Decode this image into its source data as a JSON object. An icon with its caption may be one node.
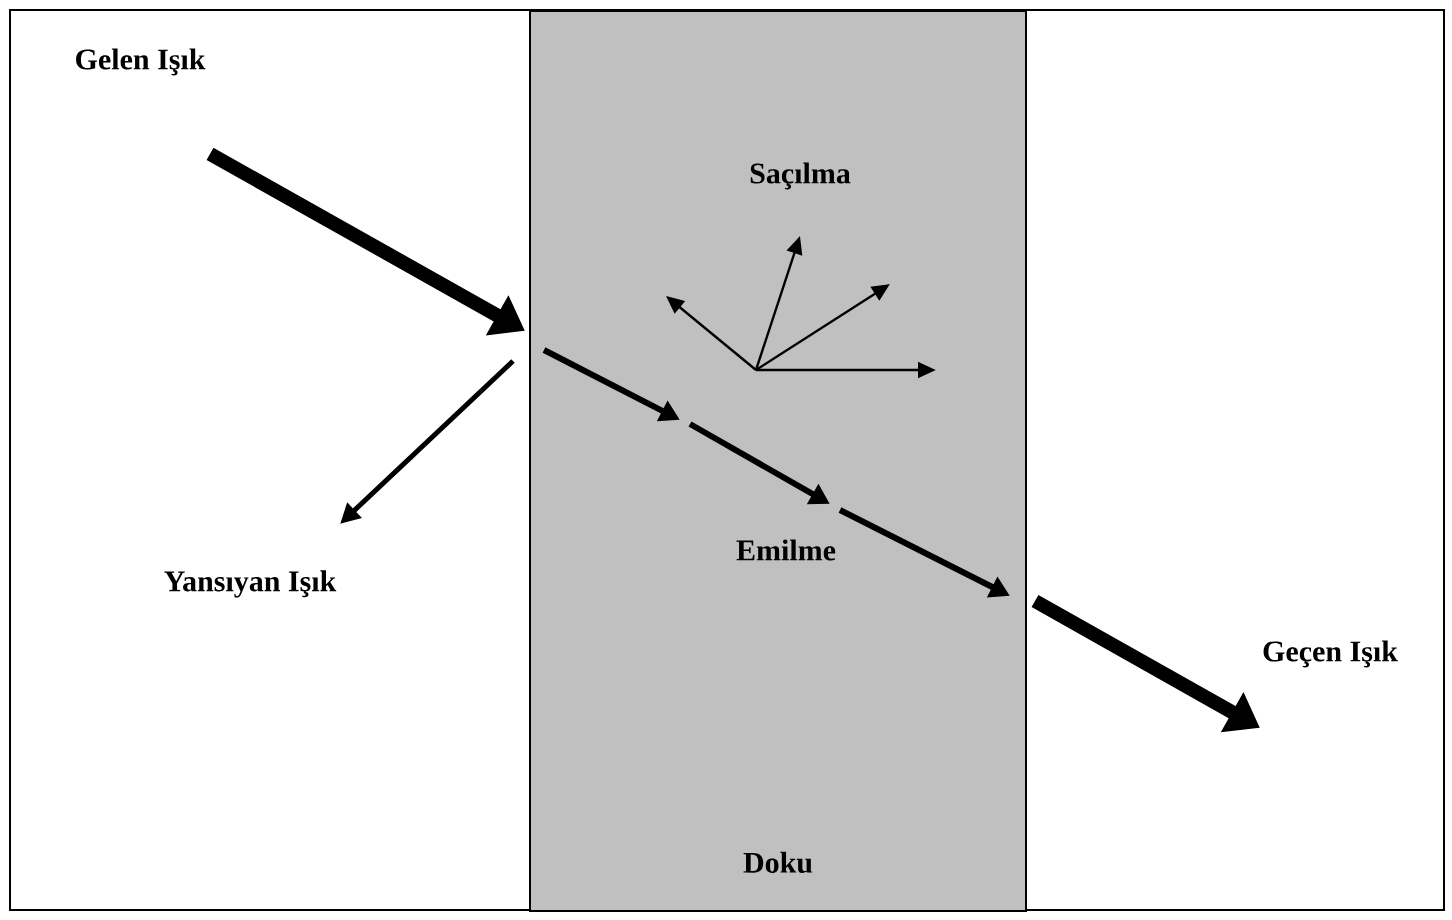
{
  "diagram": {
    "nodes": [
      {
        "text": [
          "Gelen Işık"
        ]
      },
      {
        "text": [
          "Doku"
        ]
      },
      {
        "text": [
          "Yansıyan Işık"
        ]
      },
      {
        "text": [
          "Geçen Işık"
        ]
      }
    ],
    "edges": [
      {
        "from": 0,
        "to": 1,
        "arrow": "to"
      },
      {
        "from": 1,
        "to": 2,
        "arrow": "to"
      },
      {
        "from": 1,
        "to": 3,
        "arrow": "to"
      }
    ],
    "labels": [
      "Saçılma",
      "Emilme"
    ]
  }
}
